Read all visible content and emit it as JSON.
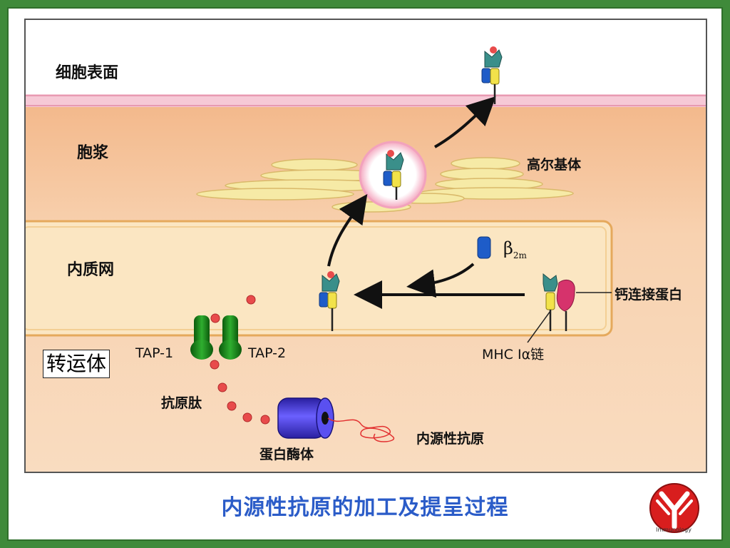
{
  "title": "内源性抗原的加工及提呈过程",
  "regions": {
    "cell_surface": "细胞表面",
    "cytoplasm": "胞浆",
    "er": "内质网"
  },
  "labels": {
    "golgi": "高尔基体",
    "b2m": "β",
    "b2m_sub": "2m",
    "calnexin": "钙连接蛋白",
    "mhc_chain": "MHC Iα链",
    "tap1": "TAP-1",
    "tap2": "TAP-2",
    "transporter": "转运体",
    "peptide": "抗原肽",
    "proteasome": "蛋白酶体",
    "endogenous_antigen": "内源性抗原"
  },
  "logo": {
    "caption": "Immunology"
  },
  "colors": {
    "background_green": "#3f8a3a",
    "title_blue": "#2b5cc8",
    "cytoplasm": "#f6cfa8",
    "membrane": "#f6c9d6",
    "er_fill": "#fbe6c2",
    "golgi": "#f6eaa6",
    "tap": "#1d8a1d",
    "proteasome": "#4a3fd1",
    "peptide": "#e84b4b",
    "mhc_blue": "#1e5cc8",
    "mhc_yellow": "#f2e24a",
    "mhc_teal": "#3a8f8a",
    "calnexin": "#d6336c"
  }
}
